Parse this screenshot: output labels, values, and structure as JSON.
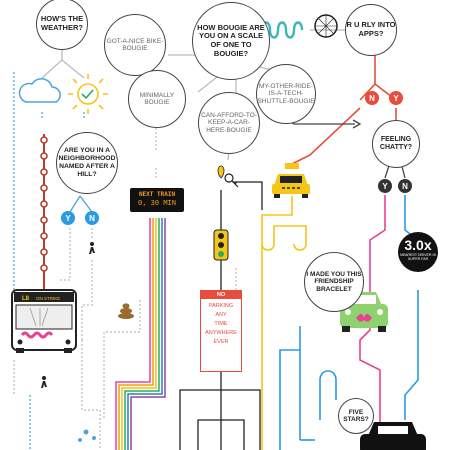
{
  "nodes": {
    "weather": "HOW'S THE WEATHER?",
    "bougie_scale": "HOW BOUGIE ARE YOU ON A SCALE OF ONE TO BOUGIE?",
    "apps": "R U RLY INTO APPS?",
    "bike_bougie": "GOT-A-NICE BIKE-BOUGIE",
    "minimally": "MINIMALLY BOUGIE",
    "keep_car": "CAN-AFFORD-TO-KEEP-A-CAR-HERE-BOUGIE",
    "tech_shuttle": "MY-OTHER-RIDE-IS-A-TECH-SHUTTLE-BOUGIE",
    "neighborhood": "ARE YOU IN A NEIGHBORHOOD NAMED AFTER A HILL?",
    "chatty": "FEELING CHATTY?",
    "bracelet": "I MADE YOU THIS FRIENDSHIP BRACELET",
    "five_stars": "FIVE STARS?"
  },
  "badge": {
    "multiplier": "3.0x",
    "caption": "NEAREST DRIVER IS SUPER FAR"
  },
  "train_sign": {
    "title": "NEXT TRAIN",
    "times": "0, 30 MIN"
  },
  "bus": {
    "route": "L8",
    "status": "ON STRIKE"
  },
  "parking_sign": {
    "header": "NO",
    "body": "PARKING\nANY\nTIME\nANYWHERE\nEVER"
  },
  "tokens": {
    "yes": "Y",
    "no": "N"
  },
  "colors": {
    "subway_red": "#c0392b",
    "taxi_yellow": "#f5c518",
    "chatty_blue": "#2a9be0",
    "friendship_pink": "#e84393",
    "car_green": "#8ed16f"
  }
}
